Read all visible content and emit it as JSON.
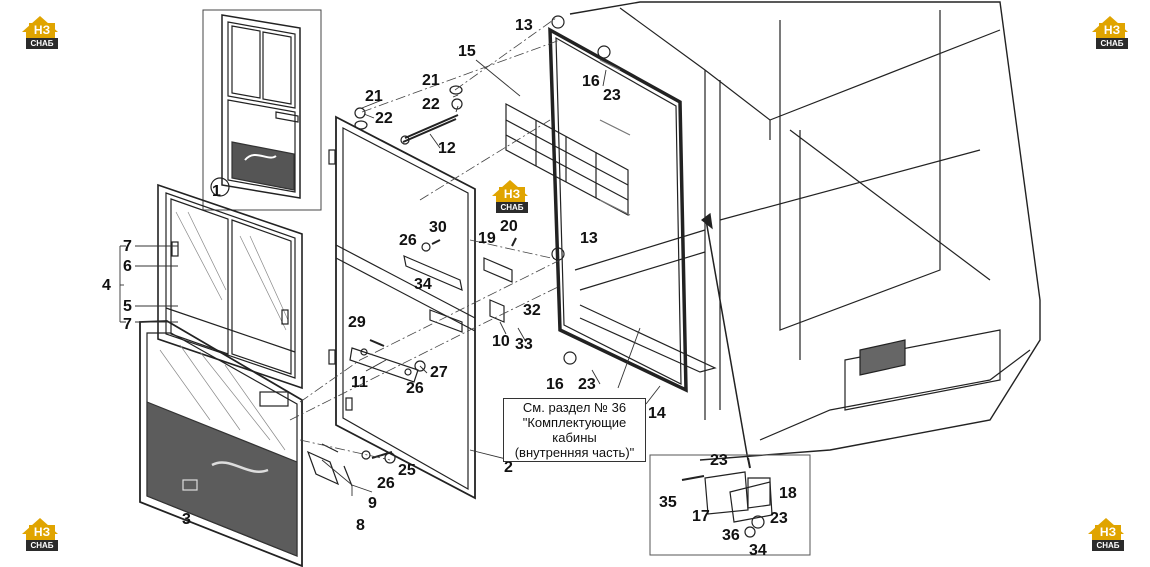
{
  "logo": {
    "main": "НЗ",
    "sub": "СНАБ"
  },
  "note": {
    "line1": "См. раздел № 36",
    "line2": "\"Комплектующие",
    "line3": "кабины",
    "line4": "(внутренняя часть)\""
  },
  "labels": {
    "p1": "1",
    "p2": "2",
    "p3": "3",
    "p4": "4",
    "p5": "5",
    "p6": "6",
    "p7a": "7",
    "p7b": "7",
    "p8": "8",
    "p9": "9",
    "p10": "10",
    "p11": "11",
    "p12": "12",
    "p13a": "13",
    "p13b": "13",
    "p14": "14",
    "p15": "15",
    "p16a": "16",
    "p16b": "16",
    "p17": "17",
    "p18": "18",
    "p19": "19",
    "p20": "20",
    "p21a": "21",
    "p21b": "21",
    "p22a": "22",
    "p22b": "22",
    "p23a": "23",
    "p23b": "23",
    "p23c": "23",
    "p23d": "23",
    "p25": "25",
    "p26a": "26",
    "p26b": "26",
    "p26c": "26",
    "p27": "27",
    "p29": "29",
    "p30": "30",
    "p32": "32",
    "p33": "33",
    "p34a": "34",
    "p34b": "34",
    "p35": "35",
    "p36": "36"
  }
}
